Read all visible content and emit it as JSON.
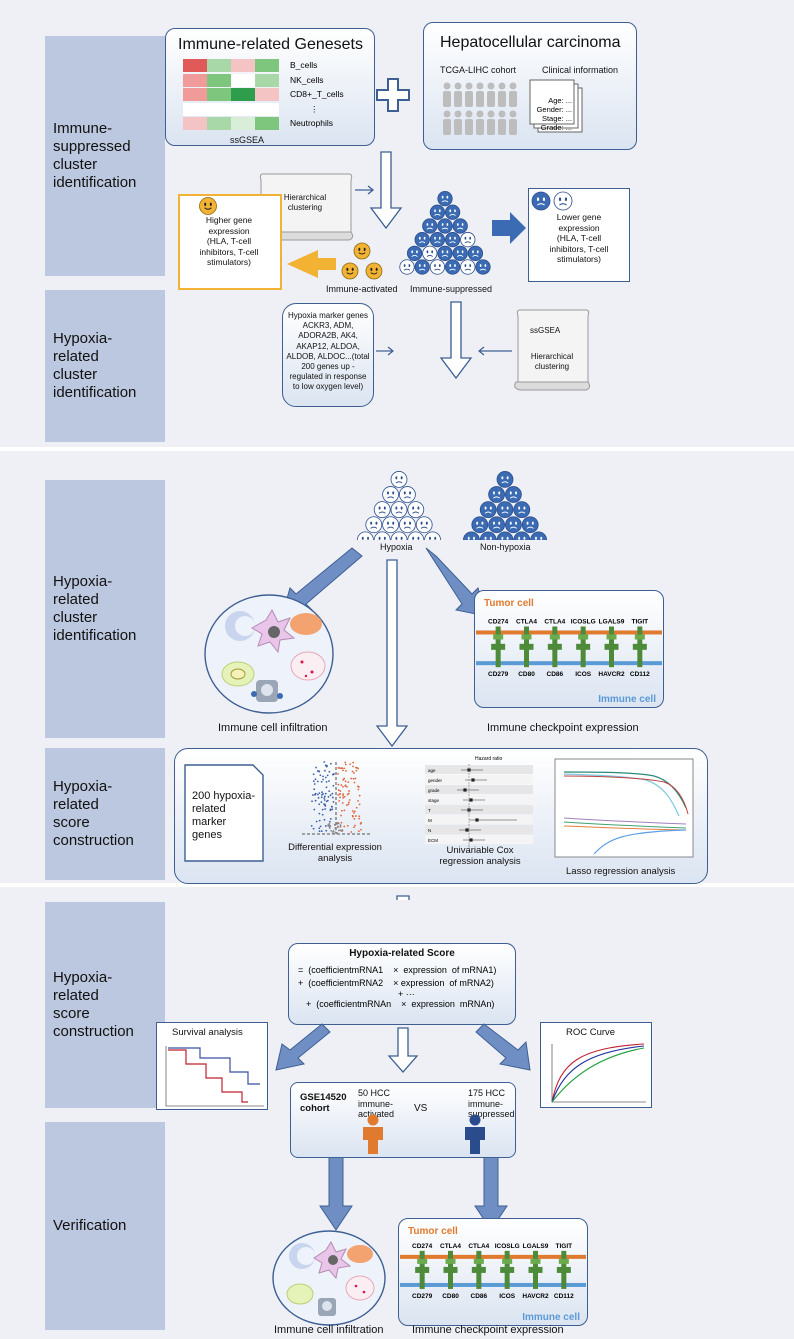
{
  "sections": {
    "s1a": "Immune-\nsuppressed\ncluster\nidentification",
    "s1b": "Hypoxia-\nrelated\ncluster\nidentification",
    "s2a": "Hypoxia-\nrelated\ncluster\nidentification",
    "s2b": "Hypoxia-\nrelated\nscore\nconstruction",
    "s3a": "Hypoxia-\nrelated\nscore\nconstruction",
    "s3b": "Verification"
  },
  "genesets": {
    "title": "Immune-related Genesets",
    "rows": [
      "B_cells",
      "NK_cells",
      "CD8+_T_cells",
      "⋮",
      "Neutrophils"
    ],
    "footer": "ssGSEA",
    "colors": [
      [
        "#e05a5a",
        "#a8d8a8",
        "#f4c4c4",
        "#7ec67e"
      ],
      [
        "#f09a9a",
        "#7ec67e",
        "#ffffff",
        "#a8d8a8"
      ],
      [
        "#f09a9a",
        "#7ec67e",
        "#2e9e4c",
        "#f4c4c4"
      ],
      [
        "#ffffff",
        "#ffffff",
        "#ffffff",
        "#ffffff"
      ],
      [
        "#f4c4c4",
        "#a8d8a8",
        "#d8eed8",
        "#7ec67e"
      ]
    ]
  },
  "hcc": {
    "title": "Hepatocellular carcinoma",
    "cohort": "TCGA-LIHC cohort",
    "clinical": "Clinical information",
    "fields": [
      "Age: ...",
      "Gender: ...",
      "Stage: ...",
      "Grade: ..."
    ]
  },
  "cluster1": {
    "hierarchical": "Hierarchical\nclustering",
    "higher": "Higher gene\nexpression\n(HLA, T-cell\ninhibitors, T-cell\nstimulators)",
    "lower": "Lower gene\nexpression\n(HLA, T-cell\ninhibitors, T-cell\nstimulators)",
    "activated": "Immune-activated",
    "suppressed": "Immune-suppressed"
  },
  "hypoxia_box": "Hypoxia marker genes\nACKR3, ADM,\nADORA2B, AK4,\nAKAP12, ALDOA,\nALDOB, ALDOC...(total\n200 genes up -\nregulated in response\nto low oxygen level)",
  "ssgsea2": {
    "a": "ssGSEA",
    "b": "Hierarchical\nclustering"
  },
  "cluster2": {
    "hypoxia": "Hypoxia",
    "nonhypoxia": "Non-hypoxia"
  },
  "checkpoint": {
    "tumor": "Tumor cell",
    "immune": "Immune cell",
    "top": [
      "CD274",
      "CTLA4",
      "CTLA4",
      "ICOSLG",
      "LGALS9",
      "TIGIT"
    ],
    "bottom": [
      "CD279",
      "CD80",
      "CD86",
      "ICOS",
      "HAVCR2",
      "CD112"
    ]
  },
  "infiltration_caption": "Immune cell infiltration",
  "checkpoint_caption": "Immune checkpoint expression",
  "score_build": {
    "genes": "200   hypoxia-\nrelated\nmarker\ngenes",
    "forest_title": "Hazard ratio",
    "forest_labels": [
      "age",
      "gender",
      "grade",
      "stage",
      "T",
      "M",
      "N",
      "ECM"
    ],
    "diff": "Differential expression\nanalysis",
    "cox": "Univariable Cox\nregression analysis",
    "lasso": "Lasso regression analysis"
  },
  "score": {
    "title": "Hypoxia-related Score",
    "lines": [
      "=  (coefficientmRNA1    ×  expression  of mRNA1)",
      "+  (coefficientmRNA2    × expression  of mRNA2)",
      "+ ···",
      "+  (coefficientmRNAn    ×  expression  mRNAn)"
    ]
  },
  "survival": "Survival analysis",
  "roc": "ROC Curve",
  "gse": {
    "cohort": "GSE14520\ncohort",
    "a": "50 HCC\nimmune-\nactivated",
    "vs": "VS",
    "b": "175 HCC\nimmune-\nsuppressed"
  },
  "bottom_infiltration": "Immune cell infiltration",
  "bottom_checkpoint": "Immune checkpoint expression",
  "colors": {
    "accent": "#3d5f92",
    "orange": "#e07a2e",
    "yellow": "#f2b233",
    "green": "#4d8a3a",
    "face": "#3b6bb3"
  }
}
